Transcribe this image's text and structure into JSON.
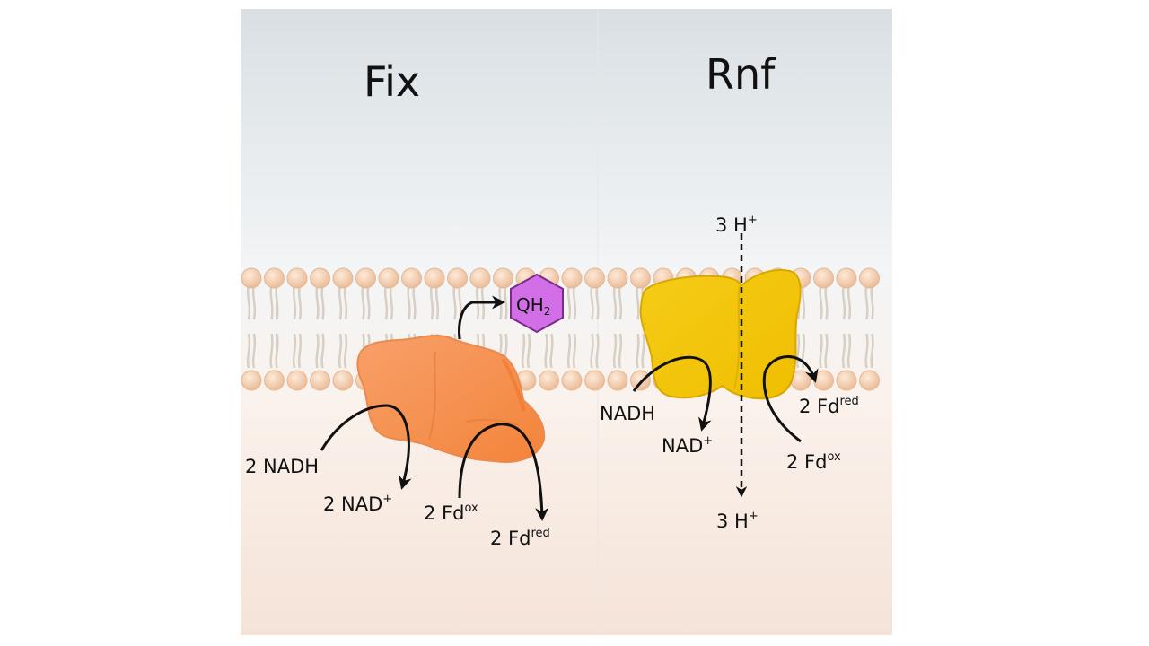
{
  "panels": {
    "fix": {
      "title": "Fix",
      "quinol": {
        "text": "QH",
        "subscript": "2"
      },
      "labels": {
        "nadh": "2 NADH",
        "nad": {
          "base": "2 NAD",
          "sup": "+"
        },
        "fd_ox": {
          "base": "2 Fd",
          "sup": "ox"
        },
        "fd_red": {
          "base": "2 Fd",
          "sup": "red"
        }
      }
    },
    "rnf": {
      "title": "Rnf",
      "labels": {
        "proton_top": {
          "base": "3 H",
          "sup": "+"
        },
        "proton_bottom": {
          "base": "3 H",
          "sup": "+"
        },
        "nadh": "NADH",
        "nad": {
          "base": "NAD",
          "sup": "+"
        },
        "fd_red": {
          "base": "2 Fd",
          "sup": "red"
        },
        "fd_ox": {
          "base": "2 Fd",
          "sup": "ox"
        }
      }
    }
  },
  "colors": {
    "fix_protein": "#f7934c",
    "rnf_protein": "#f5c400",
    "quinol_fill": "#d36fe6",
    "lipid_head": "#f1c9a5",
    "arrow": "#111111"
  }
}
